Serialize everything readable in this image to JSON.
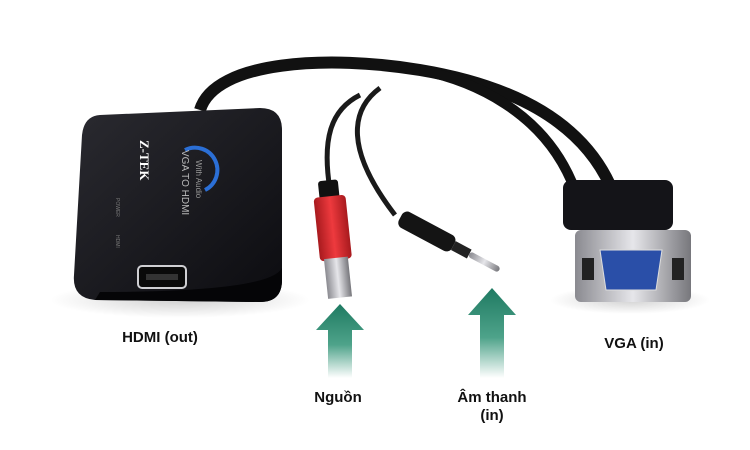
{
  "labels": {
    "hdmi_out": "HDMI (out)",
    "power": "Nguồn",
    "audio_line1": "Âm thanh",
    "audio_line2": "(in)",
    "vga_in": "VGA (in)"
  },
  "device": {
    "brand": "Z-TEK",
    "model": "VGA TO HDMI",
    "subtitle": "With Audio",
    "led_hdmi": "HDMI",
    "led_power": "POWER"
  },
  "colors": {
    "arrow": "#1f7a62",
    "usb": "#d8262c",
    "device": "#16161a",
    "vga_blue": "#2a4fa8"
  }
}
